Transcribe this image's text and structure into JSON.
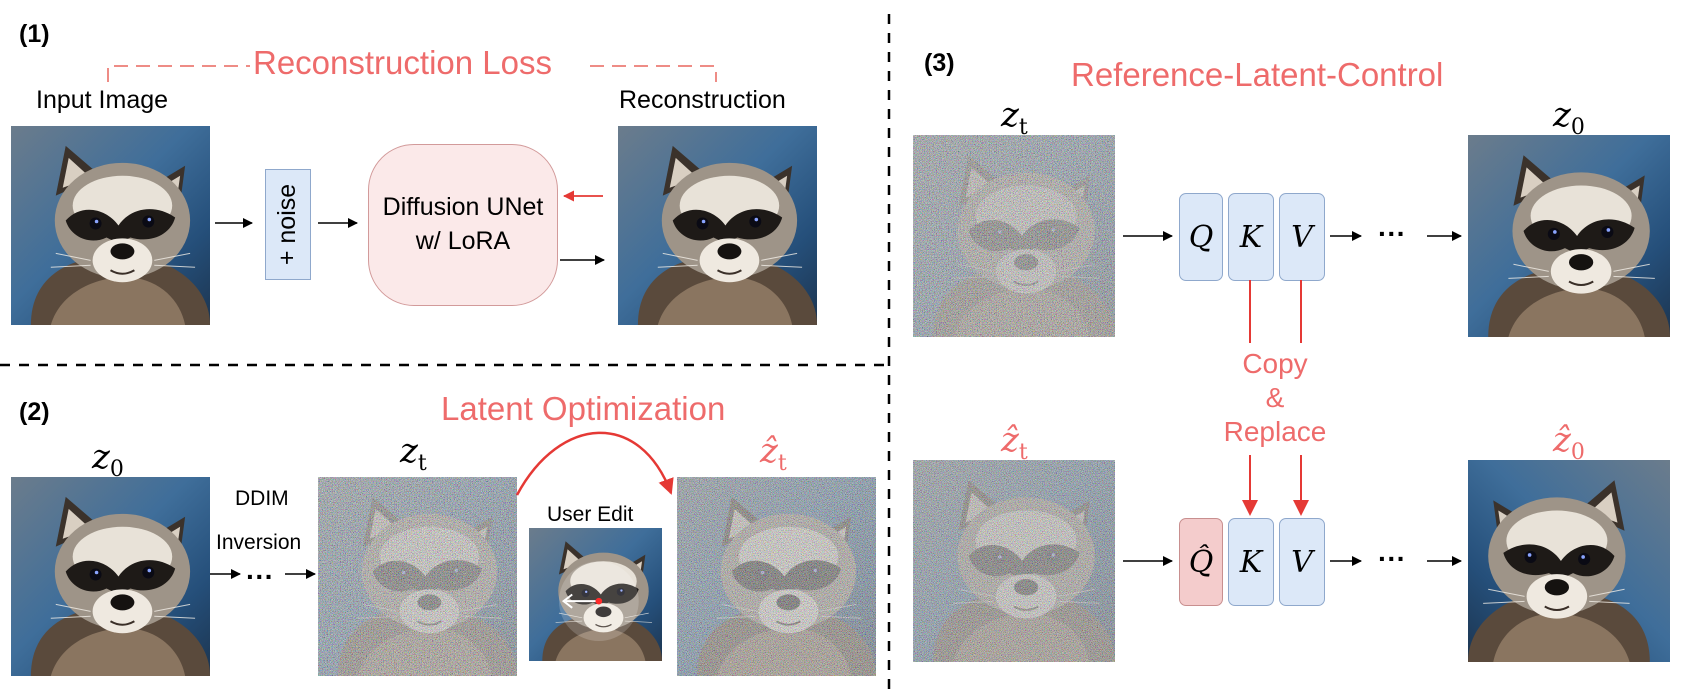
{
  "panel1": {
    "number": "(1)",
    "loss_title": "Reconstruction Loss",
    "input_label": "Input Image",
    "output_label": "Reconstruction",
    "noise_label": "+ noise",
    "unet_line1": "Diffusion UNet",
    "unet_line2": "w/ LoRA"
  },
  "panel2": {
    "number": "(2)",
    "title": "Latent Optimization",
    "z0": "z",
    "z0_sub": "0",
    "zt": "z",
    "zt_sub": "t",
    "zt_hat": "ẑ",
    "zt_hat_sub": "t",
    "ddim_line1": "DDIM",
    "ddim_line2": "Inversion",
    "ellipsis": "···",
    "user_edit": "User Edit"
  },
  "panel3": {
    "number": "(3)",
    "title": "Reference-Latent-Control",
    "zt": "z",
    "zt_sub": "t",
    "z0": "z",
    "z0_sub": "0",
    "zt_hat": "ẑ",
    "zt_hat_sub": "t",
    "z0_hat": "ẑ",
    "z0_hat_sub": "0",
    "q": "Q",
    "k": "K",
    "v": "V",
    "q_hat": "Q̂",
    "ellipsis": "···",
    "copy": "Copy",
    "amp": "&",
    "replace": "Replace"
  },
  "colors": {
    "accent_red": "#ee6b6b",
    "arrow_red": "#e53935",
    "box_blue": "#dce8f8",
    "box_red": "#f4cccc"
  }
}
